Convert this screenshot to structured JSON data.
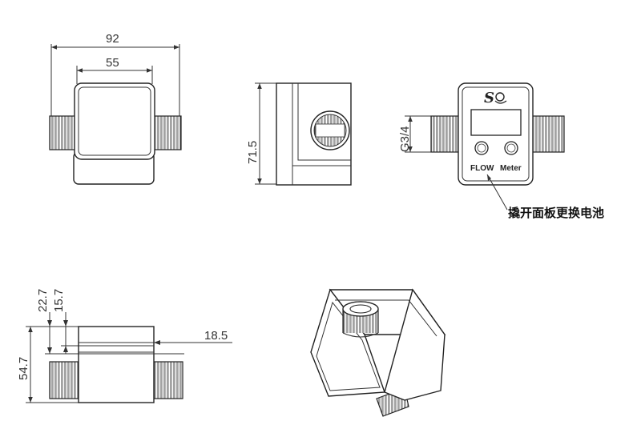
{
  "front_view": {
    "overall_width": "92",
    "body_width": "55"
  },
  "side_view": {
    "height": "71.5"
  },
  "meter_view": {
    "thread_size": "G3/4",
    "label_flow": "FLOW",
    "label_meter": "Meter",
    "callout_note": "撬开面板更换电池"
  },
  "top_view": {
    "depth_total": "54.7",
    "dim_a": "22.7",
    "dim_b": "15.7",
    "offset": "18.5"
  }
}
